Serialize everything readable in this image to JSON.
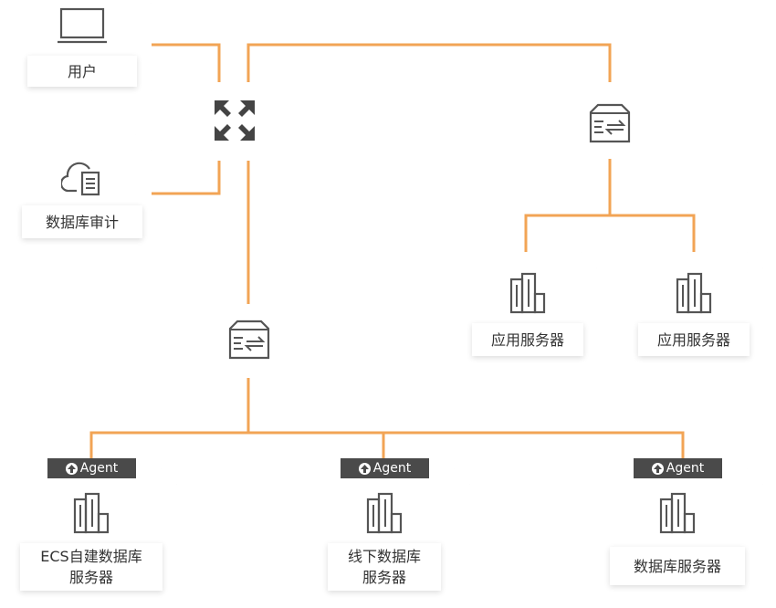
{
  "colors": {
    "connector": "#f2a455",
    "badge": "#4a4a4a",
    "icon_stroke": "#555555"
  },
  "nodes": {
    "user": {
      "label": "用户",
      "icon": "monitor-icon"
    },
    "db_audit": {
      "label": "数据库审计",
      "icon": "cloud-database-icon"
    },
    "switch": {
      "icon": "switch-icon"
    },
    "lb_top": {
      "icon": "load-balancer-icon"
    },
    "lb_bottom": {
      "icon": "load-balancer-icon"
    },
    "app_servers": [
      {
        "label": "应用服务器",
        "icon": "server-icon"
      },
      {
        "label": "应用服务器",
        "icon": "server-icon"
      }
    ],
    "db_servers": [
      {
        "label": "ECS自建数据库\n服务器",
        "icon": "server-icon",
        "badge": "Agent"
      },
      {
        "label": "线下数据库\n服务器",
        "icon": "server-icon",
        "badge": "Agent"
      },
      {
        "label": "数据库服务器",
        "icon": "server-icon",
        "badge": "Agent"
      }
    ]
  }
}
